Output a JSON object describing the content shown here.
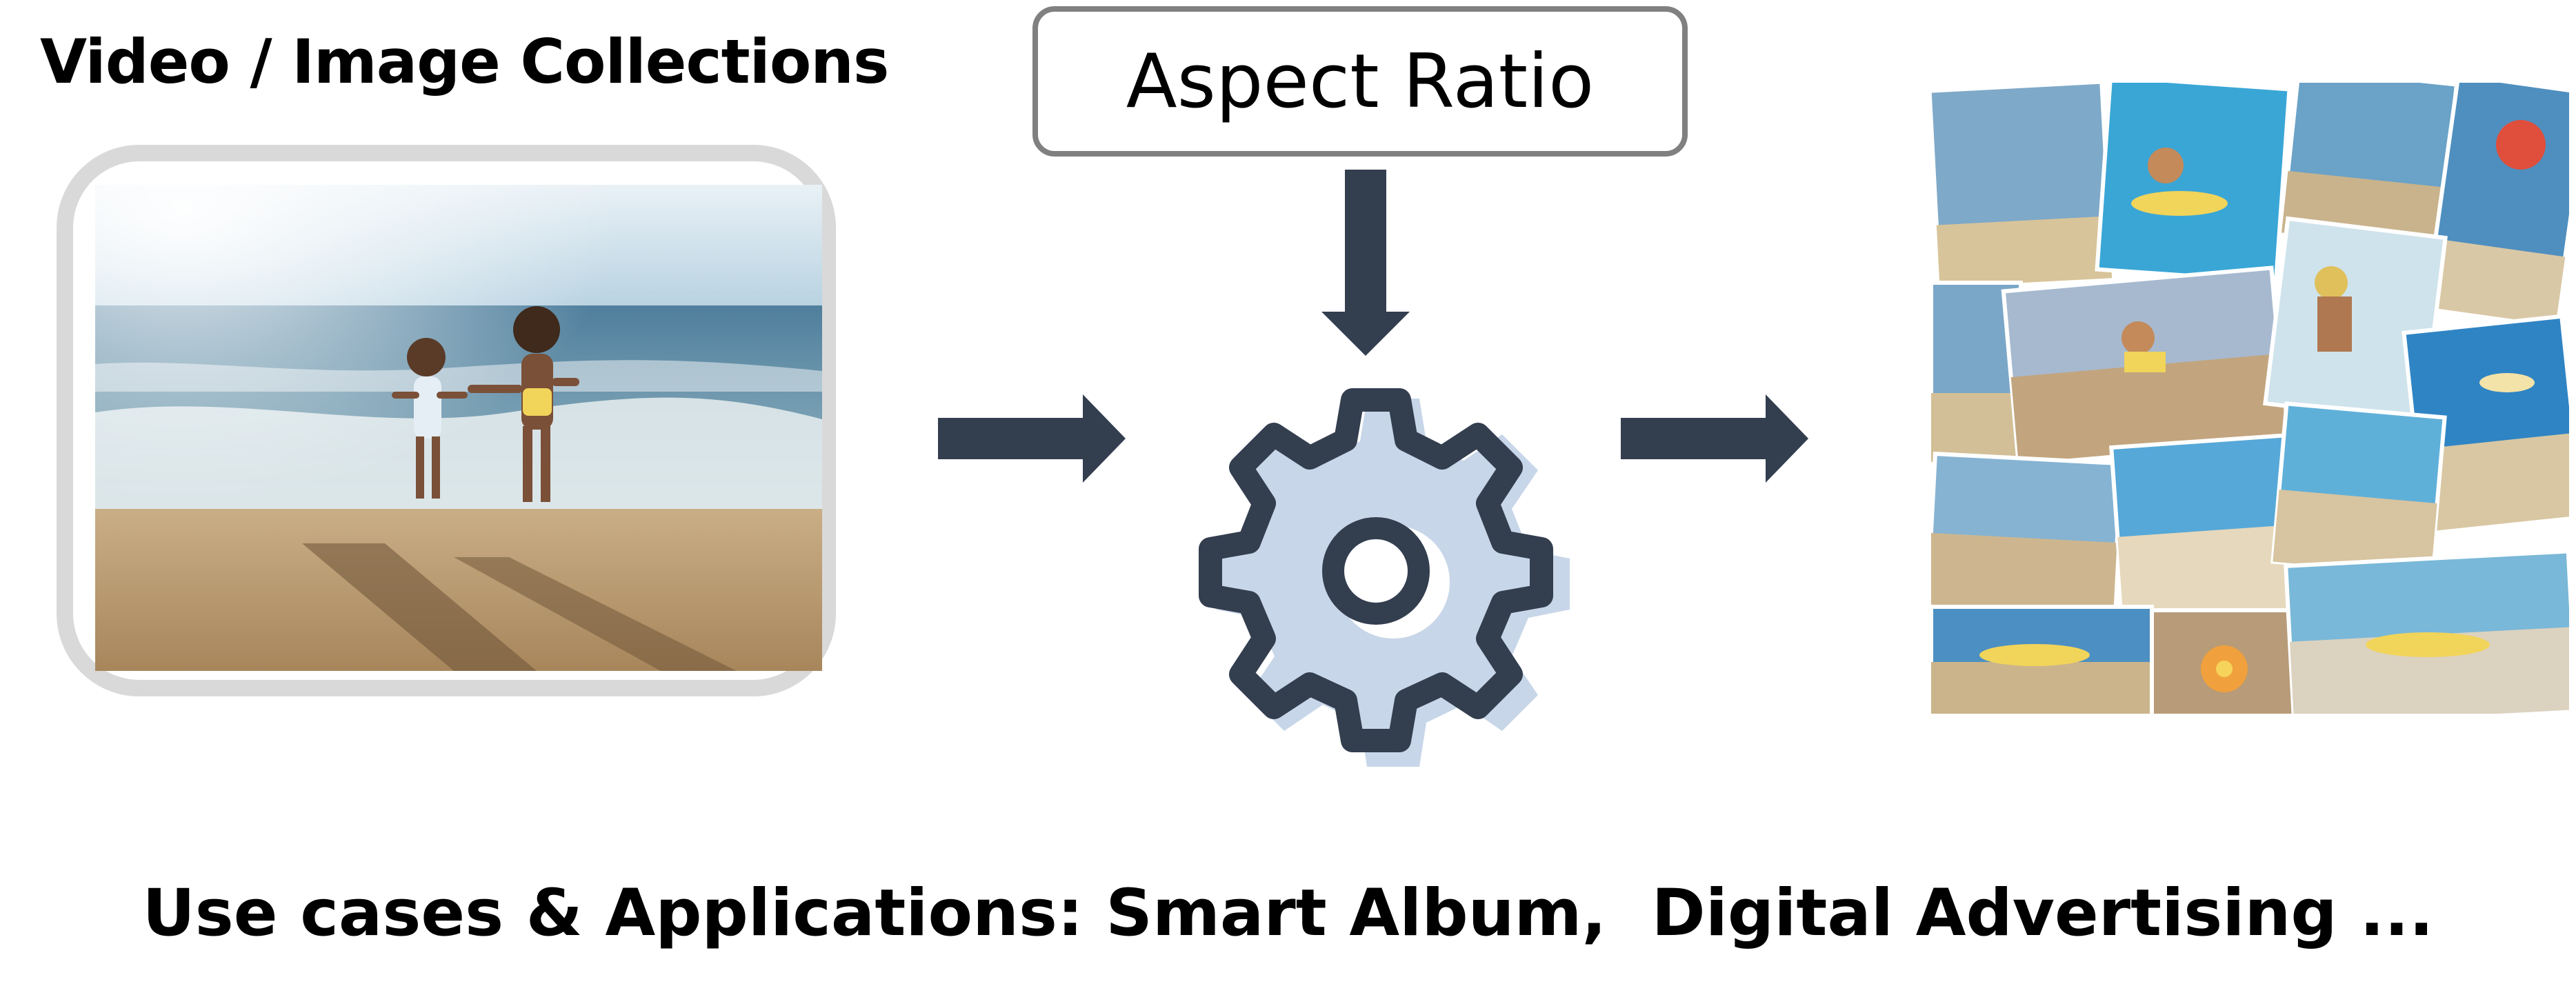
{
  "title": "Video / Image Collections",
  "parameter_box": {
    "label": "Aspect Ratio"
  },
  "caption": "Use cases & Applications: Smart Album,  Digital Advertising ...",
  "colors": {
    "arrow": "#333e4f",
    "gear": "#333e4f",
    "gear_shadow": "#c7d6e8",
    "frame": "#d9d9d9",
    "box_border": "#808080"
  },
  "icons": {
    "process": "gear-icon",
    "input_arrow": "arrow-right-icon",
    "param_arrow": "arrow-down-icon",
    "output_arrow": "arrow-right-icon"
  }
}
